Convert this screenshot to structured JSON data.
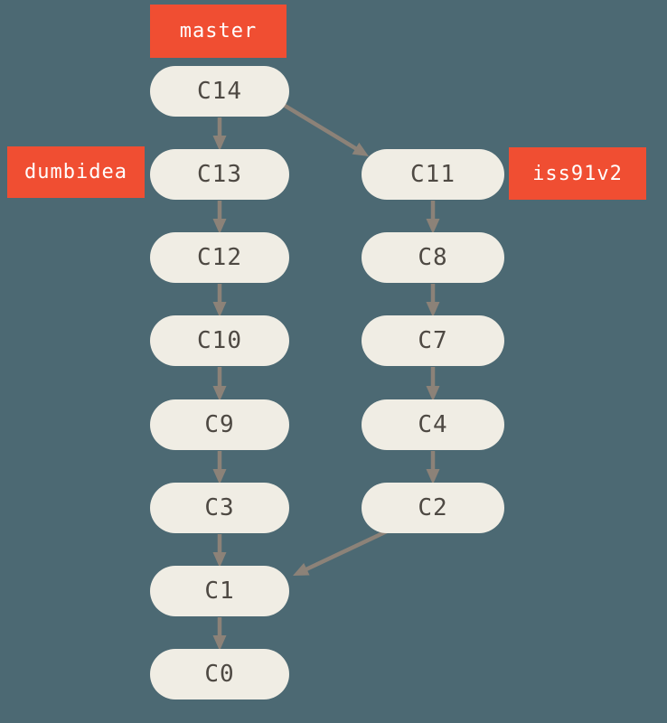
{
  "diagram": {
    "type": "git-commit-graph",
    "colors": {
      "background": "#4c6973",
      "node_fill": "#f0ede4",
      "node_text": "#4e4943",
      "branch_label_fill": "#f04e32",
      "branch_label_text": "#ffffff",
      "arrow": "#8c8278"
    },
    "branch_labels": [
      {
        "id": "master",
        "text": "master",
        "points_to": "C14"
      },
      {
        "id": "dumbidea",
        "text": "dumbidea",
        "points_to": "C13"
      },
      {
        "id": "iss91v2",
        "text": "iss91v2",
        "points_to": "C11"
      }
    ],
    "commits": [
      {
        "id": "C14",
        "label": "C14",
        "column": 0,
        "row": 0
      },
      {
        "id": "C13",
        "label": "C13",
        "column": 0,
        "row": 1
      },
      {
        "id": "C12",
        "label": "C12",
        "column": 0,
        "row": 2
      },
      {
        "id": "C10",
        "label": "C10",
        "column": 0,
        "row": 3
      },
      {
        "id": "C9",
        "label": "C9",
        "column": 0,
        "row": 4
      },
      {
        "id": "C3",
        "label": "C3",
        "column": 0,
        "row": 5
      },
      {
        "id": "C1",
        "label": "C1",
        "column": 0,
        "row": 6
      },
      {
        "id": "C0",
        "label": "C0",
        "column": 0,
        "row": 7
      },
      {
        "id": "C11",
        "label": "C11",
        "column": 1,
        "row": 1
      },
      {
        "id": "C8",
        "label": "C8",
        "column": 1,
        "row": 2
      },
      {
        "id": "C7",
        "label": "C7",
        "column": 1,
        "row": 3
      },
      {
        "id": "C4",
        "label": "C4",
        "column": 1,
        "row": 4
      },
      {
        "id": "C2",
        "label": "C2",
        "column": 1,
        "row": 5
      }
    ],
    "edges": [
      {
        "from": "C14",
        "to": "C13"
      },
      {
        "from": "C14",
        "to": "C11"
      },
      {
        "from": "C13",
        "to": "C12"
      },
      {
        "from": "C12",
        "to": "C10"
      },
      {
        "from": "C10",
        "to": "C9"
      },
      {
        "from": "C9",
        "to": "C3"
      },
      {
        "from": "C3",
        "to": "C1"
      },
      {
        "from": "C1",
        "to": "C0"
      },
      {
        "from": "C11",
        "to": "C8"
      },
      {
        "from": "C8",
        "to": "C7"
      },
      {
        "from": "C7",
        "to": "C4"
      },
      {
        "from": "C4",
        "to": "C2"
      },
      {
        "from": "C2",
        "to": "C1"
      }
    ]
  }
}
